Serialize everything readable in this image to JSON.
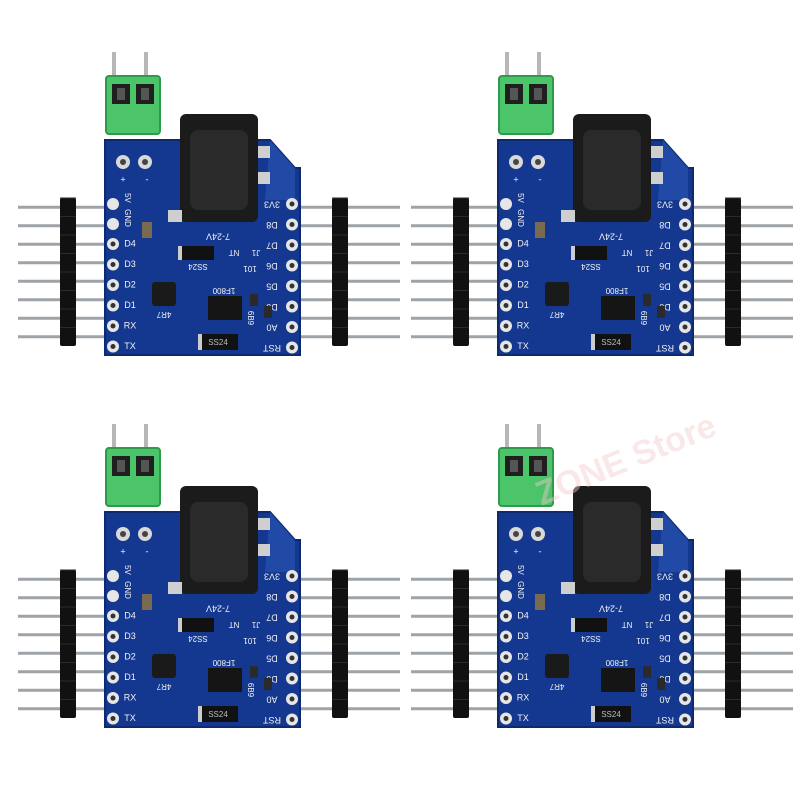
{
  "image": {
    "description_free": true
  },
  "palette": {
    "pcb": "#14388f",
    "pcb_edge": "#0e2a6e",
    "pcb_light": "#2a56b8",
    "terminal": "#4cc46a",
    "terminal_dark": "#2f9a4b",
    "jack": "#1b1b1b",
    "pin_header": "#111111",
    "pin_metal": "#9ea3a8",
    "silk": "#f2f2f2",
    "watermark": "#f3c9c9"
  },
  "board": {
    "top_labels": [
      "+",
      "-",
      "5V",
      "GND"
    ],
    "left_pins": [
      "D4",
      "D3",
      "D2",
      "D1",
      "RX",
      "TX"
    ],
    "right_pins": [
      "3V3",
      "D8",
      "D7",
      "D6",
      "D5",
      "D0",
      "A0",
      "RST"
    ],
    "silk_text": {
      "vin": "7-24V",
      "j1": "J1",
      "ss24_a": "SS24",
      "ss24_b": "SS24",
      "cap": "4R7",
      "ic": "1F800",
      "reg": "6B9",
      "io": "101",
      "nt": "NT"
    }
  },
  "boards_count": 4,
  "watermark_text": "ZONE Store"
}
